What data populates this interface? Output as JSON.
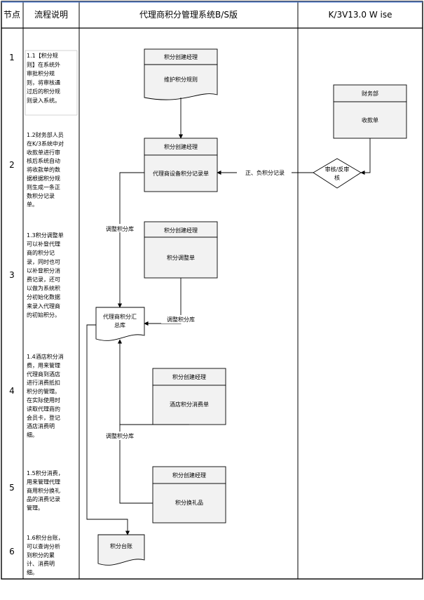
{
  "header": {
    "node": "节点",
    "flow_desc": "流程说明",
    "system_bs": "代理商积分管理系统B/S版",
    "system_k3": "K/3V13.0 W ise"
  },
  "rows": [
    {
      "number": "1",
      "desc": [
        "1.1【积分规",
        "则】在系统外",
        "审批积分规",
        "则，将审核通",
        "过后的积分规",
        "则录入系统。"
      ]
    },
    {
      "number": "2",
      "desc": [
        "1.2财务部人员",
        "在K/3系统中对",
        "收款单进行审",
        "核后系统自动",
        "将收款单的数",
        "据根据积分规",
        "则生成一条正",
        "数积分记录",
        "单。"
      ]
    },
    {
      "number": "3",
      "desc": [
        "1.3积分调整单",
        "可以补登代理",
        "商的积分记",
        "录，同时也可",
        "以补登积分消",
        "费记录，还可",
        "以做为系统积",
        "分初始化数据",
        "来录入代理商",
        "的初始积分。"
      ]
    },
    {
      "number": "4",
      "desc": [
        "1.4酒店积分消",
        "费，用来管理",
        "代理商到酒店",
        "进行消费抵扣",
        "积分的管理。",
        "在实际使用时",
        "读取代理商的",
        "会员卡，登记",
        "酒店消费明",
        "细。"
      ]
    },
    {
      "number": "5",
      "desc": [
        "1.5积分消费，",
        "用来管理代理",
        "商用积分换礼",
        "品的消费记录",
        "管理。"
      ]
    },
    {
      "number": "6",
      "desc": [
        "1.6积分台账，",
        "可以查询分析",
        "到积分的累",
        "计、消费明",
        "细。"
      ]
    }
  ],
  "boxes": {
    "rule_role": "积分创建经理",
    "rule_doc": "维护积分规则",
    "record_role": "积分创建经理",
    "record_body": "代理商设备积分记录单",
    "adjust_role": "积分创建经理",
    "adjust_body": "积分调整单",
    "hotel_role": "积分创建经理",
    "hotel_body": "酒店积分消费单",
    "gift_role": "积分创建经理",
    "gift_body": "积分换礼品",
    "finance_role": "财务部",
    "finance_body": "收款单",
    "audit_diamond": [
      "审核/反审",
      "核"
    ],
    "summary_doc": [
      "代理商积分汇",
      "总库"
    ],
    "ledger_doc": "积分台账"
  },
  "labels": {
    "pos_neg_record": "正、负积分记录",
    "adjust_lib_1": "调整积分库",
    "adjust_lib_2": "调整积分库",
    "adjust_lib_3": "调整积分库"
  }
}
